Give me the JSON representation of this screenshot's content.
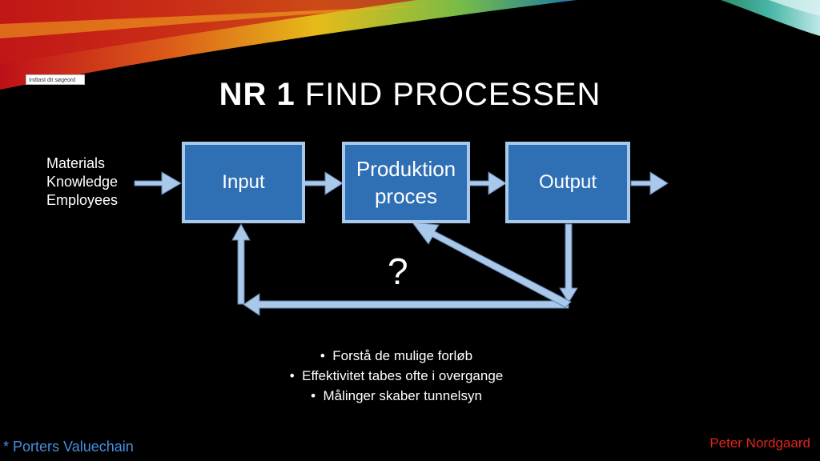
{
  "slide": {
    "title_bold": "NR 1",
    "title_rest": "FIND PROCESSEN",
    "search_placeholder": "Indtast dit søgeord"
  },
  "diagram": {
    "inputs": [
      "Materials",
      "Knowledge",
      "Employees"
    ],
    "boxes": [
      {
        "label": "Input"
      },
      {
        "label_line1": "Produktion",
        "label_line2": "proces"
      },
      {
        "label": "Output"
      }
    ],
    "question_mark": "?",
    "box_color": "#2f6fb4",
    "arrow_color": "#a9c8ea"
  },
  "bullets": [
    "Forstå de mulige forløb",
    "Effektivitet tabes ofte i overgange",
    "Målinger skaber tunnelsyn"
  ],
  "footer": {
    "left": "* Porters Valuechain",
    "right": "Peter Nordgaard"
  }
}
